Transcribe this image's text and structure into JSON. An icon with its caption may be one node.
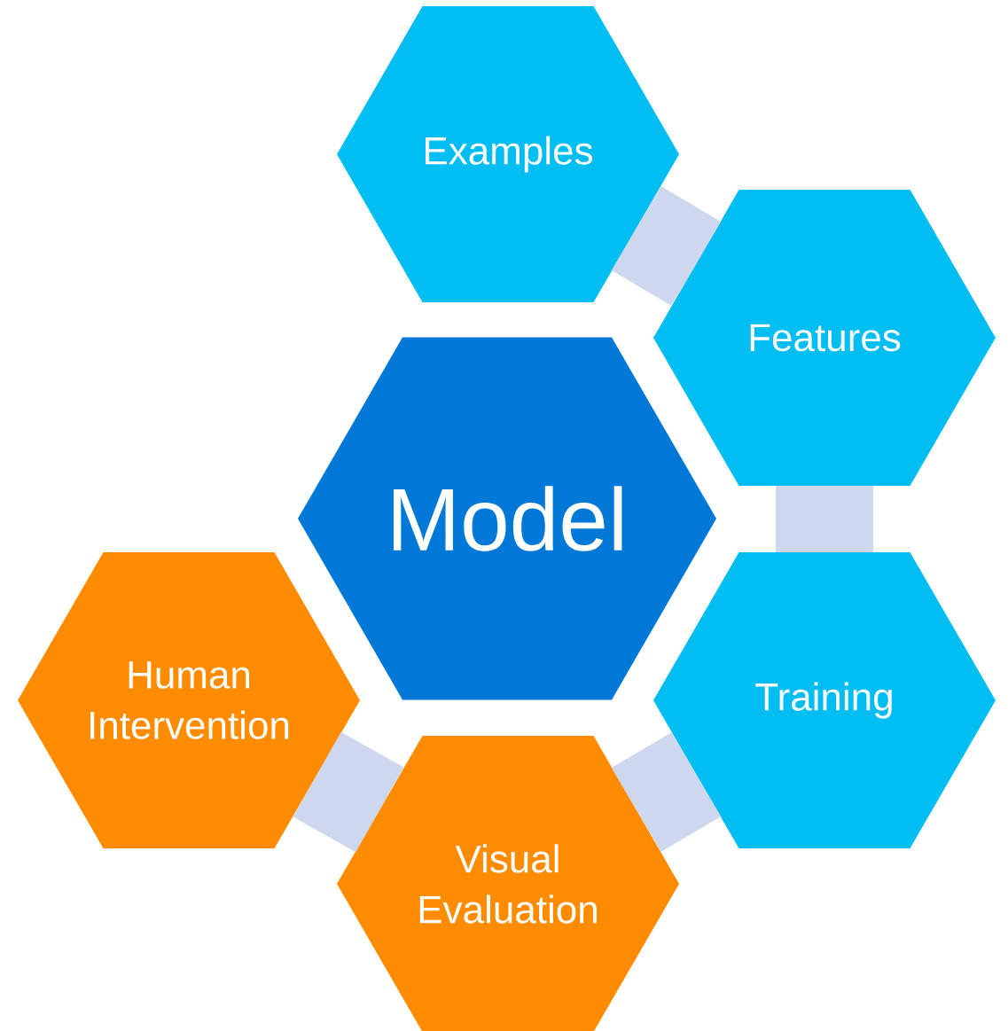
{
  "diagram": {
    "nodes": [
      {
        "text": [
          "Examples"
        ]
      },
      {
        "text": [
          "Features"
        ]
      },
      {
        "text": [
          "Model"
        ]
      },
      {
        "text": [
          "Human Intervention"
        ]
      },
      {
        "text": [
          "Training"
        ]
      },
      {
        "text": [
          "Visual Evaluation"
        ]
      }
    ],
    "edges": [
      {
        "from": 0,
        "to": 1,
        "arrow": "none"
      },
      {
        "from": 1,
        "to": 4,
        "arrow": "none"
      },
      {
        "from": 4,
        "to": 5,
        "arrow": "none"
      },
      {
        "from": 5,
        "to": 3,
        "arrow": "none"
      }
    ]
  }
}
